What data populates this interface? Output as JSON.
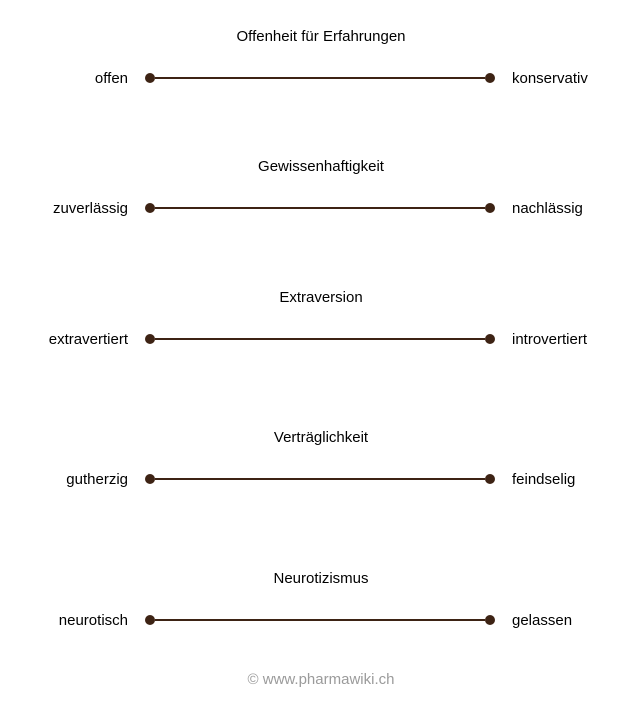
{
  "colors": {
    "line": "#3d2314",
    "text": "#000000",
    "footer": "#9b9b9b"
  },
  "scales": [
    {
      "title": "Offenheit für Erfahrungen",
      "left": "offen",
      "right": "konservativ"
    },
    {
      "title": "Gewissenhaftigkeit",
      "left": "zuverlässig",
      "right": "nachlässig"
    },
    {
      "title": "Extraversion",
      "left": "extravertiert",
      "right": "introvertiert"
    },
    {
      "title": "Verträglichkeit",
      "left": "gutherzig",
      "right": "feindselig"
    },
    {
      "title": "Neurotizismus",
      "left": "neurotisch",
      "right": "gelassen"
    }
  ],
  "footer": {
    "text": "© www.pharmawiki.ch"
  }
}
